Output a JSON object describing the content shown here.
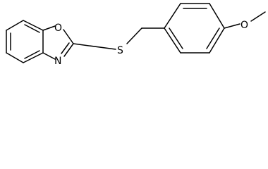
{
  "molecule": {
    "atoms": {
      "oxazole_o": "O",
      "oxazole_n": "N",
      "thioether_s": "S",
      "methoxy_o": "O"
    },
    "colors": {
      "bond": "#000000",
      "label": "#000000",
      "background": "#ffffff"
    }
  }
}
